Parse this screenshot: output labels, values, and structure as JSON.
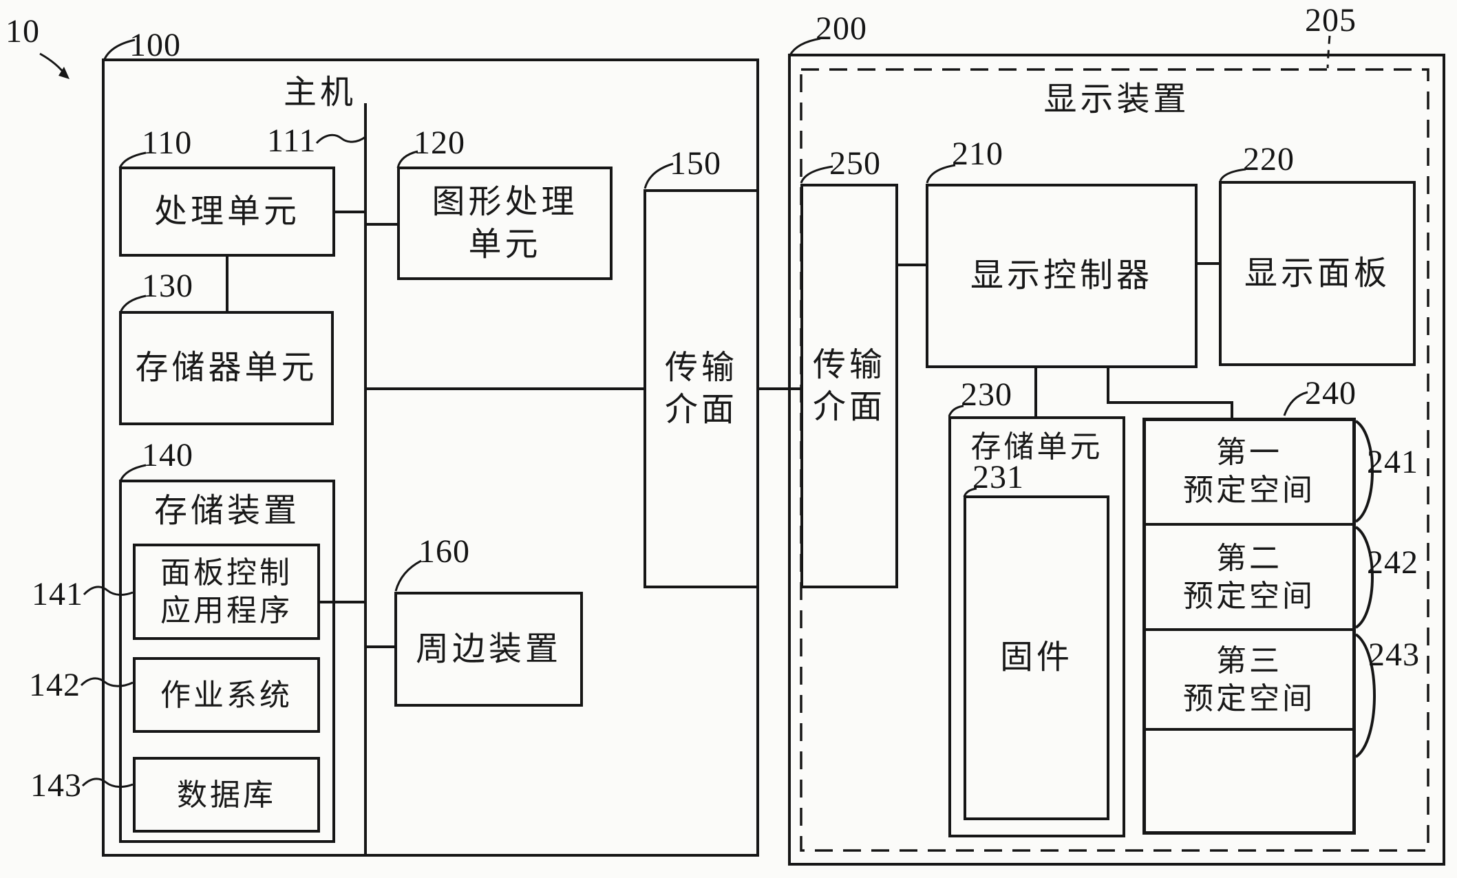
{
  "figure": {
    "ref": "10",
    "host": {
      "ref": "100",
      "title": "主机",
      "bus_ref": "111",
      "blocks": {
        "cpu": {
          "ref": "110",
          "label": "处理单元"
        },
        "gpu": {
          "ref": "120",
          "label_lines": [
            "图形处理",
            "单元"
          ]
        },
        "memory": {
          "ref": "130",
          "label": "存储器单元"
        },
        "storage": {
          "ref": "140",
          "label": "存储装置",
          "children": {
            "panel_app": {
              "ref": "141",
              "label_lines": [
                "面板控制",
                "应用程序"
              ]
            },
            "os": {
              "ref": "142",
              "label": "作业系统"
            },
            "database": {
              "ref": "143",
              "label": "数据库"
            }
          }
        },
        "tx_interface": {
          "ref": "150",
          "label_lines": [
            "传输",
            "介面"
          ]
        },
        "peripheral": {
          "ref": "160",
          "label": "周边装置"
        }
      }
    },
    "display_device": {
      "ref": "200",
      "dashed_ref": "205",
      "title": "显示装置",
      "blocks": {
        "rx_interface": {
          "ref": "250",
          "label_lines": [
            "传输",
            "介面"
          ]
        },
        "controller": {
          "ref": "210",
          "label": "显示控制器"
        },
        "panel": {
          "ref": "220",
          "label": "显示面板"
        },
        "storage_unit": {
          "ref": "230",
          "label": "存储单元",
          "children": {
            "firmware": {
              "ref": "231",
              "label": "固件"
            }
          }
        },
        "preset_spaces": {
          "ref": "240",
          "cells": [
            {
              "ref": "241",
              "label_lines": [
                "第一",
                "预定空间"
              ]
            },
            {
              "ref": "242",
              "label_lines": [
                "第二",
                "预定空间"
              ]
            },
            {
              "ref": "243",
              "label_lines": [
                "第三",
                "预定空间"
              ]
            }
          ]
        }
      }
    }
  }
}
